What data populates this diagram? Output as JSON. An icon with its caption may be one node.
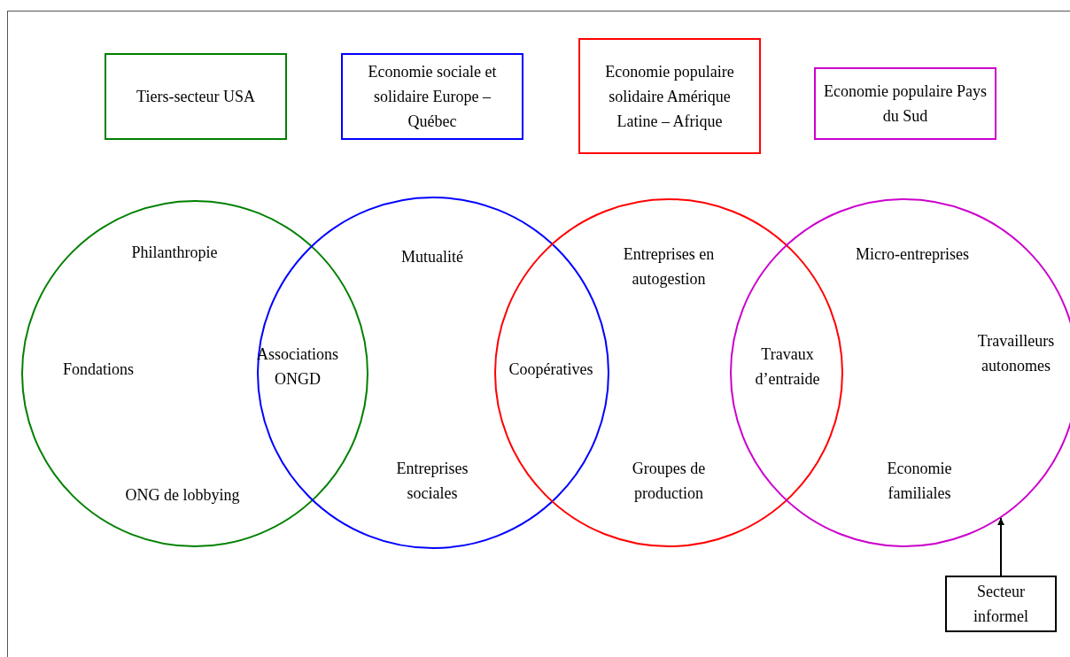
{
  "diagram": {
    "nodes": [
      {
        "text": [
          "Tiers-secteur USA"
        ]
      },
      {
        "text": [
          "Economie sociale et solidaire Europe – Québec"
        ]
      },
      {
        "text": [
          "Economie populaire solidaire Amérique Latine – Afrique"
        ]
      },
      {
        "text": [
          "Economie populaire Pays du Sud"
        ]
      },
      {
        "text": [],
        "shape": "circle"
      },
      {
        "text": [],
        "shape": "circle"
      },
      {
        "text": [],
        "shape": "circle"
      },
      {
        "text": [],
        "shape": "circle"
      },
      {
        "text": [
          "Secteur informel"
        ]
      }
    ],
    "edges": [
      {
        "from": 8,
        "to": 7,
        "arrow": "to"
      }
    ],
    "labels": [
      "Philanthropie",
      "Mutualité",
      "Entreprises en autogestion",
      "Micro-entreprises",
      "Travailleurs autonomes",
      "Fondations",
      "Associations ONGD",
      "Coopératives",
      "Travaux d’entraide",
      "ONG de lobbying",
      "Entreprises sociales",
      "Groupes de production",
      "Economie familiales"
    ]
  }
}
